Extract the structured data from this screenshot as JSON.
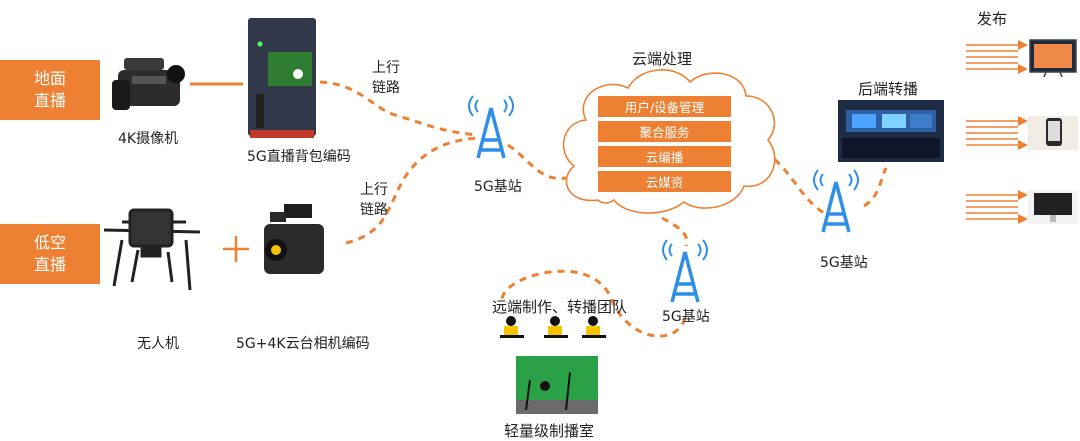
{
  "tags": {
    "ground": "地面\n直播",
    "lowalt": "低空\n直播"
  },
  "labels": {
    "camera": "4K摄像机",
    "backpack": "5G直播背包编码",
    "drone": "无人机",
    "gimbal": "5G+4K云台相机编码",
    "uplink_top": "上行\n链路",
    "uplink_bottom": "上行\n链路",
    "station_left": "5G基站",
    "station_right": "5G基站",
    "station_bottom": "5G基站",
    "cloud_title": "云端处理",
    "backend": "后端转播",
    "publish": "发布",
    "remote_team": "远端制作、转播团队",
    "studio": "轻量级制播室"
  },
  "services": [
    "用户/设备管理",
    "聚合服务",
    "云编播",
    "云媒资"
  ],
  "colors": {
    "accent": "#ee8033",
    "tower": "#2f8fe8"
  }
}
